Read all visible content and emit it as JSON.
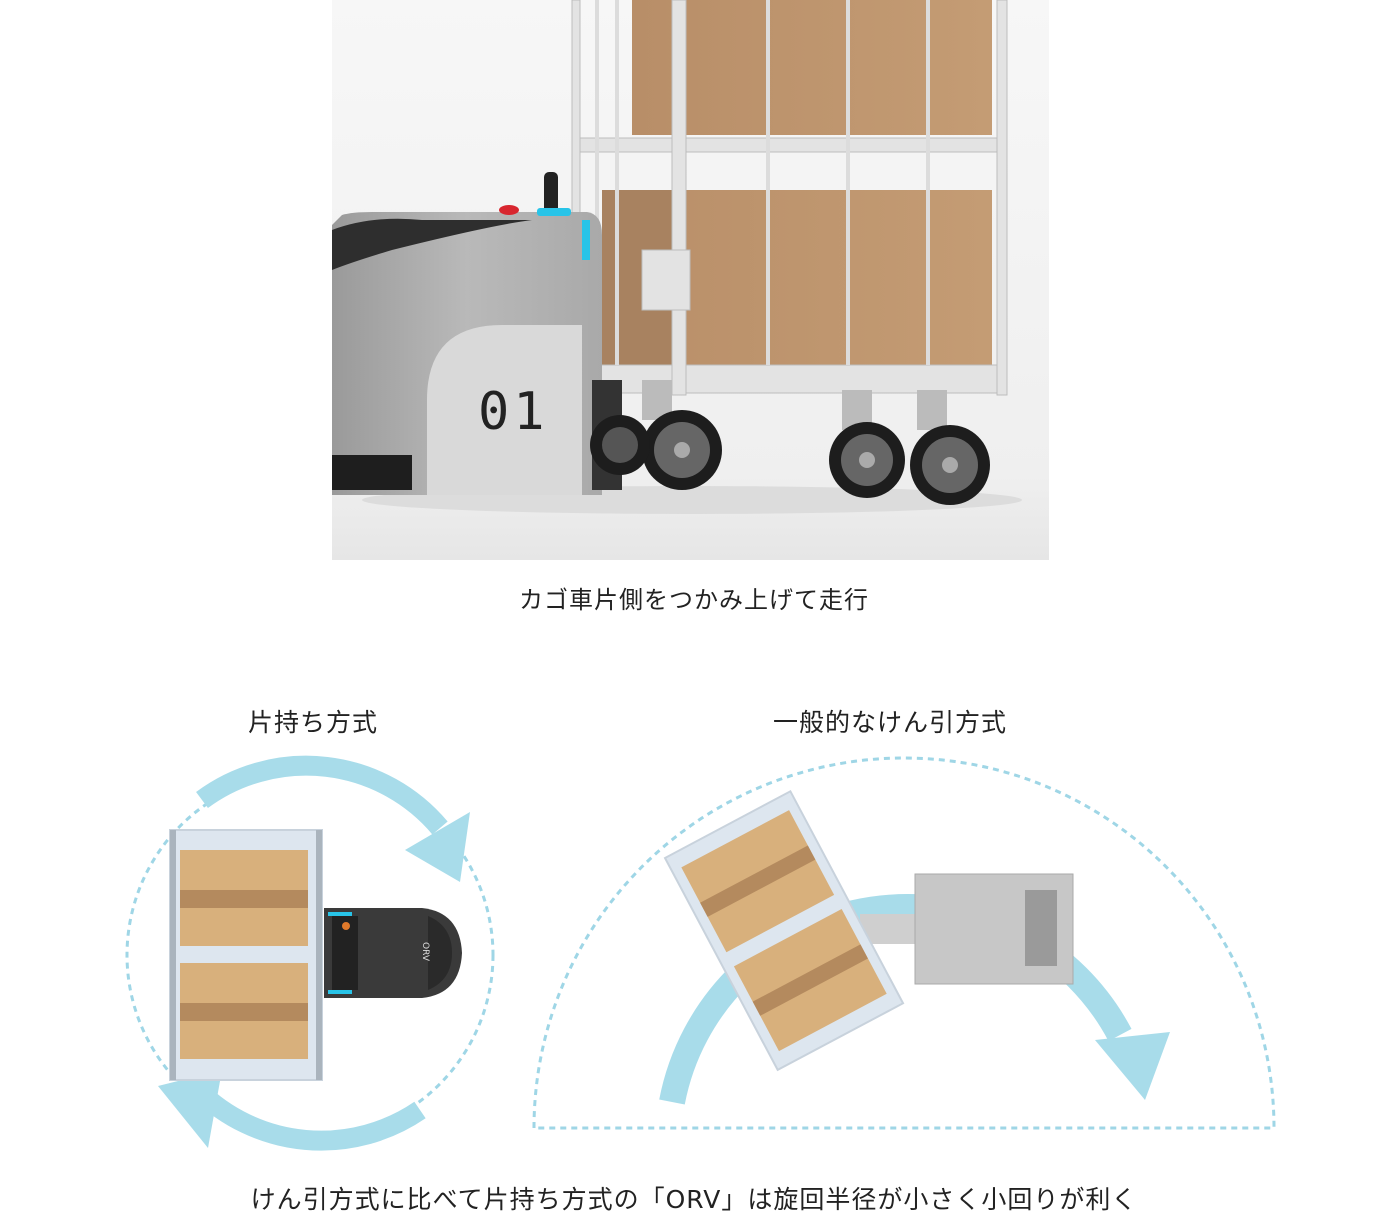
{
  "photo": {
    "unit_number": "01",
    "caption": "カゴ車片側をつかみ上げて走行"
  },
  "diagram_left": {
    "title": "片持ち方式",
    "robot_brand": "ORV"
  },
  "diagram_right": {
    "title": "一般的なけん引方式"
  },
  "footer_caption": "けん引方式に比べて片持ち方式の「ORV」は旋回半径が小さく小回りが利く",
  "colors": {
    "arrow": "#a8dcea",
    "dashed": "#9fd6e6",
    "box": "#d8b07c",
    "box_band": "#b48a5e",
    "frame": "#dde6ef",
    "robot_dark": "#3a3a3a",
    "accent_cyan": "#28c4e8"
  }
}
